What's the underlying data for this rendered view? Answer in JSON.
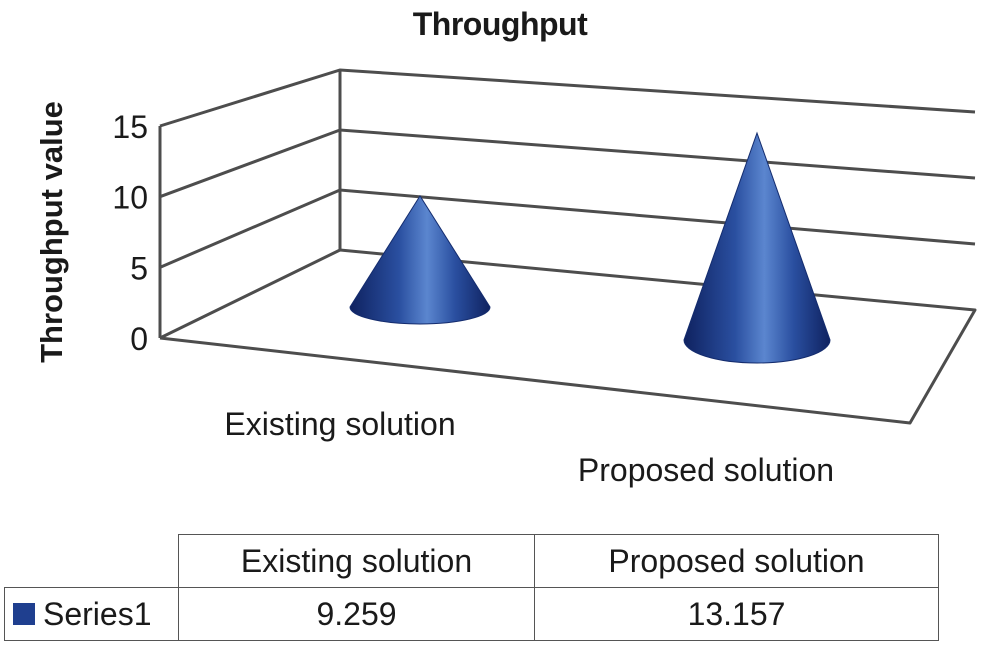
{
  "chart_data": {
    "type": "bar",
    "title": "Throughput",
    "xlabel": "",
    "ylabel": "Throughput  value",
    "categories": [
      "Existing solution",
      "Proposed solution"
    ],
    "series": [
      {
        "name": "Series1",
        "values": [
          9.259,
          13.157
        ]
      }
    ],
    "value_labels": [
      "9.259",
      "13.157"
    ],
    "ylim": [
      0,
      15
    ],
    "yticks": [
      0,
      5,
      10,
      15
    ],
    "grid": true,
    "legend": "bottom-table",
    "colors": {
      "series": "#1f3f8f",
      "axis": "#4d4d4d"
    }
  }
}
